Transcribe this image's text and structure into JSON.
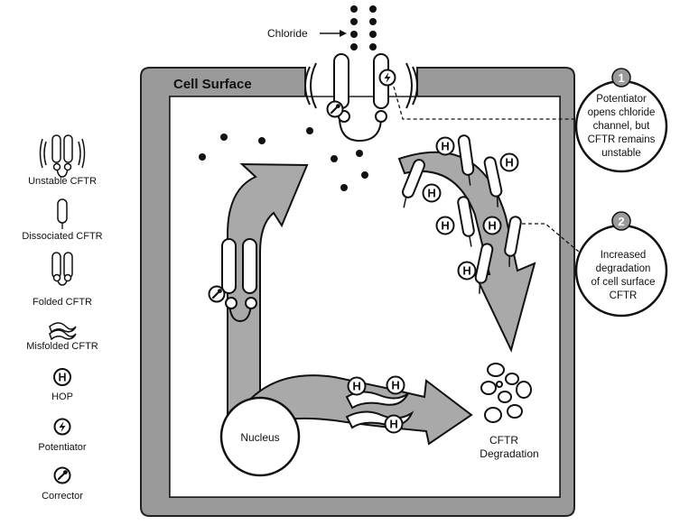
{
  "labels": {
    "chloride": "Chloride",
    "cell_surface": "Cell Surface",
    "nucleus": "Nucleus",
    "degradation_line1": "CFTR",
    "degradation_line2": "Degradation"
  },
  "callouts": [
    {
      "number": "1",
      "lines": [
        "Potentiator",
        "opens chloride",
        "channel, but",
        "CFTR remains",
        "unstable"
      ]
    },
    {
      "number": "2",
      "lines": [
        "Increased",
        "degradation",
        "of cell surface",
        "CFTR"
      ]
    }
  ],
  "legend": [
    {
      "label": "Unstable CFTR",
      "icon": "unstable-cftr-icon"
    },
    {
      "label": "Dissociated CFTR",
      "icon": "dissociated-cftr-icon"
    },
    {
      "label": "Folded CFTR",
      "icon": "folded-cftr-icon"
    },
    {
      "label": "Misfolded CFTR",
      "icon": "misfolded-cftr-icon"
    },
    {
      "label": "HOP",
      "icon": "hop-icon"
    },
    {
      "label": "Potentiator",
      "icon": "potentiator-icon"
    },
    {
      "label": "Corrector",
      "icon": "corrector-icon"
    }
  ],
  "symbols": {
    "hop": "H"
  },
  "colors": {
    "membrane": "#9a9a9a",
    "arrow": "#a9a9a9",
    "ink": "#111111",
    "background": "#ffffff"
  }
}
